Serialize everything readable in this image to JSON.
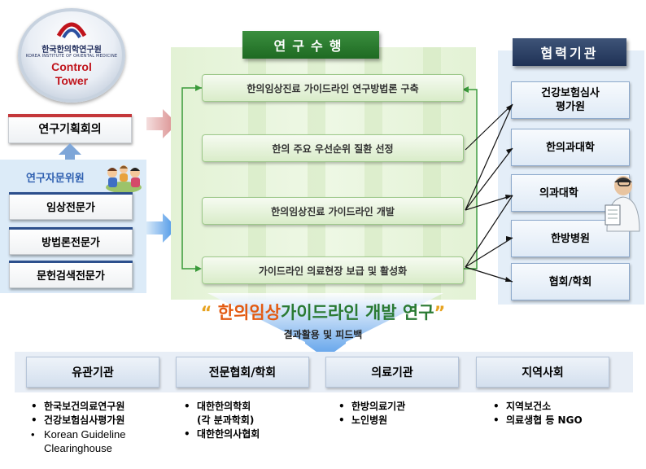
{
  "control_tower": {
    "institute": "한국한의학연구원",
    "institute_en": "KOREA INSTITUTE OF ORIENTAL MEDICINE",
    "line1": "Control",
    "line2": "Tower"
  },
  "left": {
    "planning": "연구기획회의",
    "advisory_title": "연구자문위원",
    "experts": [
      "임상전문가",
      "방법론전문가",
      "문헌검색전문가"
    ]
  },
  "research": {
    "header": "연구수행",
    "steps": [
      "한의임상진료 가이드라인 연구방법론 구축",
      "한의 주요 우선순위 질환 선정",
      "한의임상진료 가이드라인 개발",
      "가이드라인 의료현장 보급 및 활성화"
    ]
  },
  "partners": {
    "header": "협력기관",
    "items": [
      "건강보험심사\n평가원",
      "한의과대학",
      "의과대학",
      "한방병원",
      "협회/학회"
    ]
  },
  "bottom": {
    "title_open": "“ ",
    "title_part1": "한의",
    "title_part2": "임상",
    "title_part3": "가이드라인 개발 연구",
    "title_close": "”",
    "feedback": "결과활용 및 피드백",
    "categories": [
      "유관기관",
      "전문협회/학회",
      "의료기관",
      "지역사회"
    ],
    "lists": [
      [
        "한국보건의료연구원",
        "건강보험심사평가원",
        "Korean Guideline",
        "Clearinghouse"
      ],
      [
        "대한한의학회",
        "(각 분과학회)",
        "대한한의사협회"
      ],
      [
        "한방의료기관",
        "노인병원"
      ],
      [
        "지역보건소",
        "의료생협 등 NGO"
      ]
    ]
  },
  "colors": {
    "research_green": "#2a7a33",
    "partner_navy": "#1f3256",
    "advisory_blue": "#2e5fb0",
    "title_orange": "#e35a12"
  }
}
